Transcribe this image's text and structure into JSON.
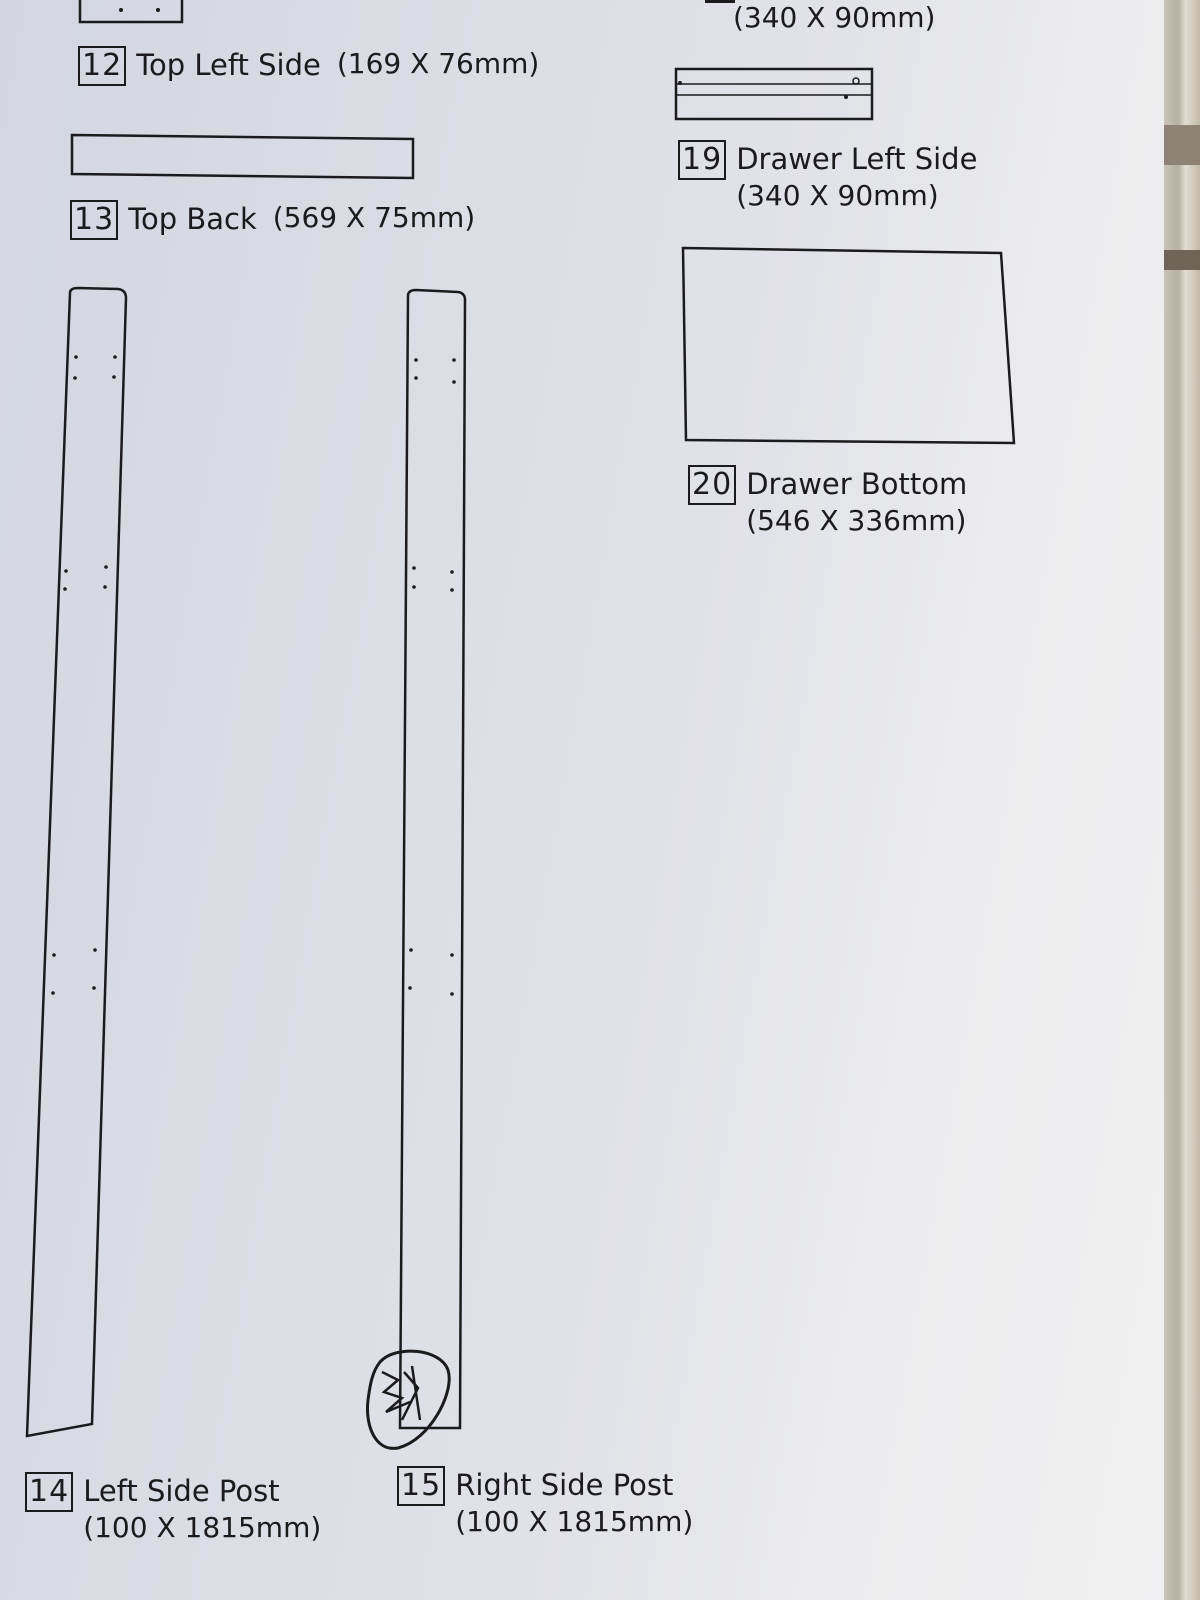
{
  "parts": [
    {
      "number": "12",
      "name": "Top Left Side",
      "dims": "(169 X 76mm)"
    },
    {
      "number": "13",
      "name": "Top Back",
      "dims": "(569 X 75mm)"
    },
    {
      "number": "14",
      "name": "Left Side Post",
      "dims": "(100 X 1815mm)"
    },
    {
      "number": "15",
      "name": "Right Side Post",
      "dims": "(100 X 1815mm)"
    },
    {
      "number": "19",
      "name": "Drawer Left Side",
      "dims": "(340 X 90mm)"
    },
    {
      "number": "20",
      "name": "Drawer Bottom",
      "dims": "(546 X 336mm)"
    }
  ],
  "top_partial_dims": "(340 X 90mm)",
  "colors": {
    "ink": "#1b1b1d",
    "paper": "#e2e3e8"
  }
}
